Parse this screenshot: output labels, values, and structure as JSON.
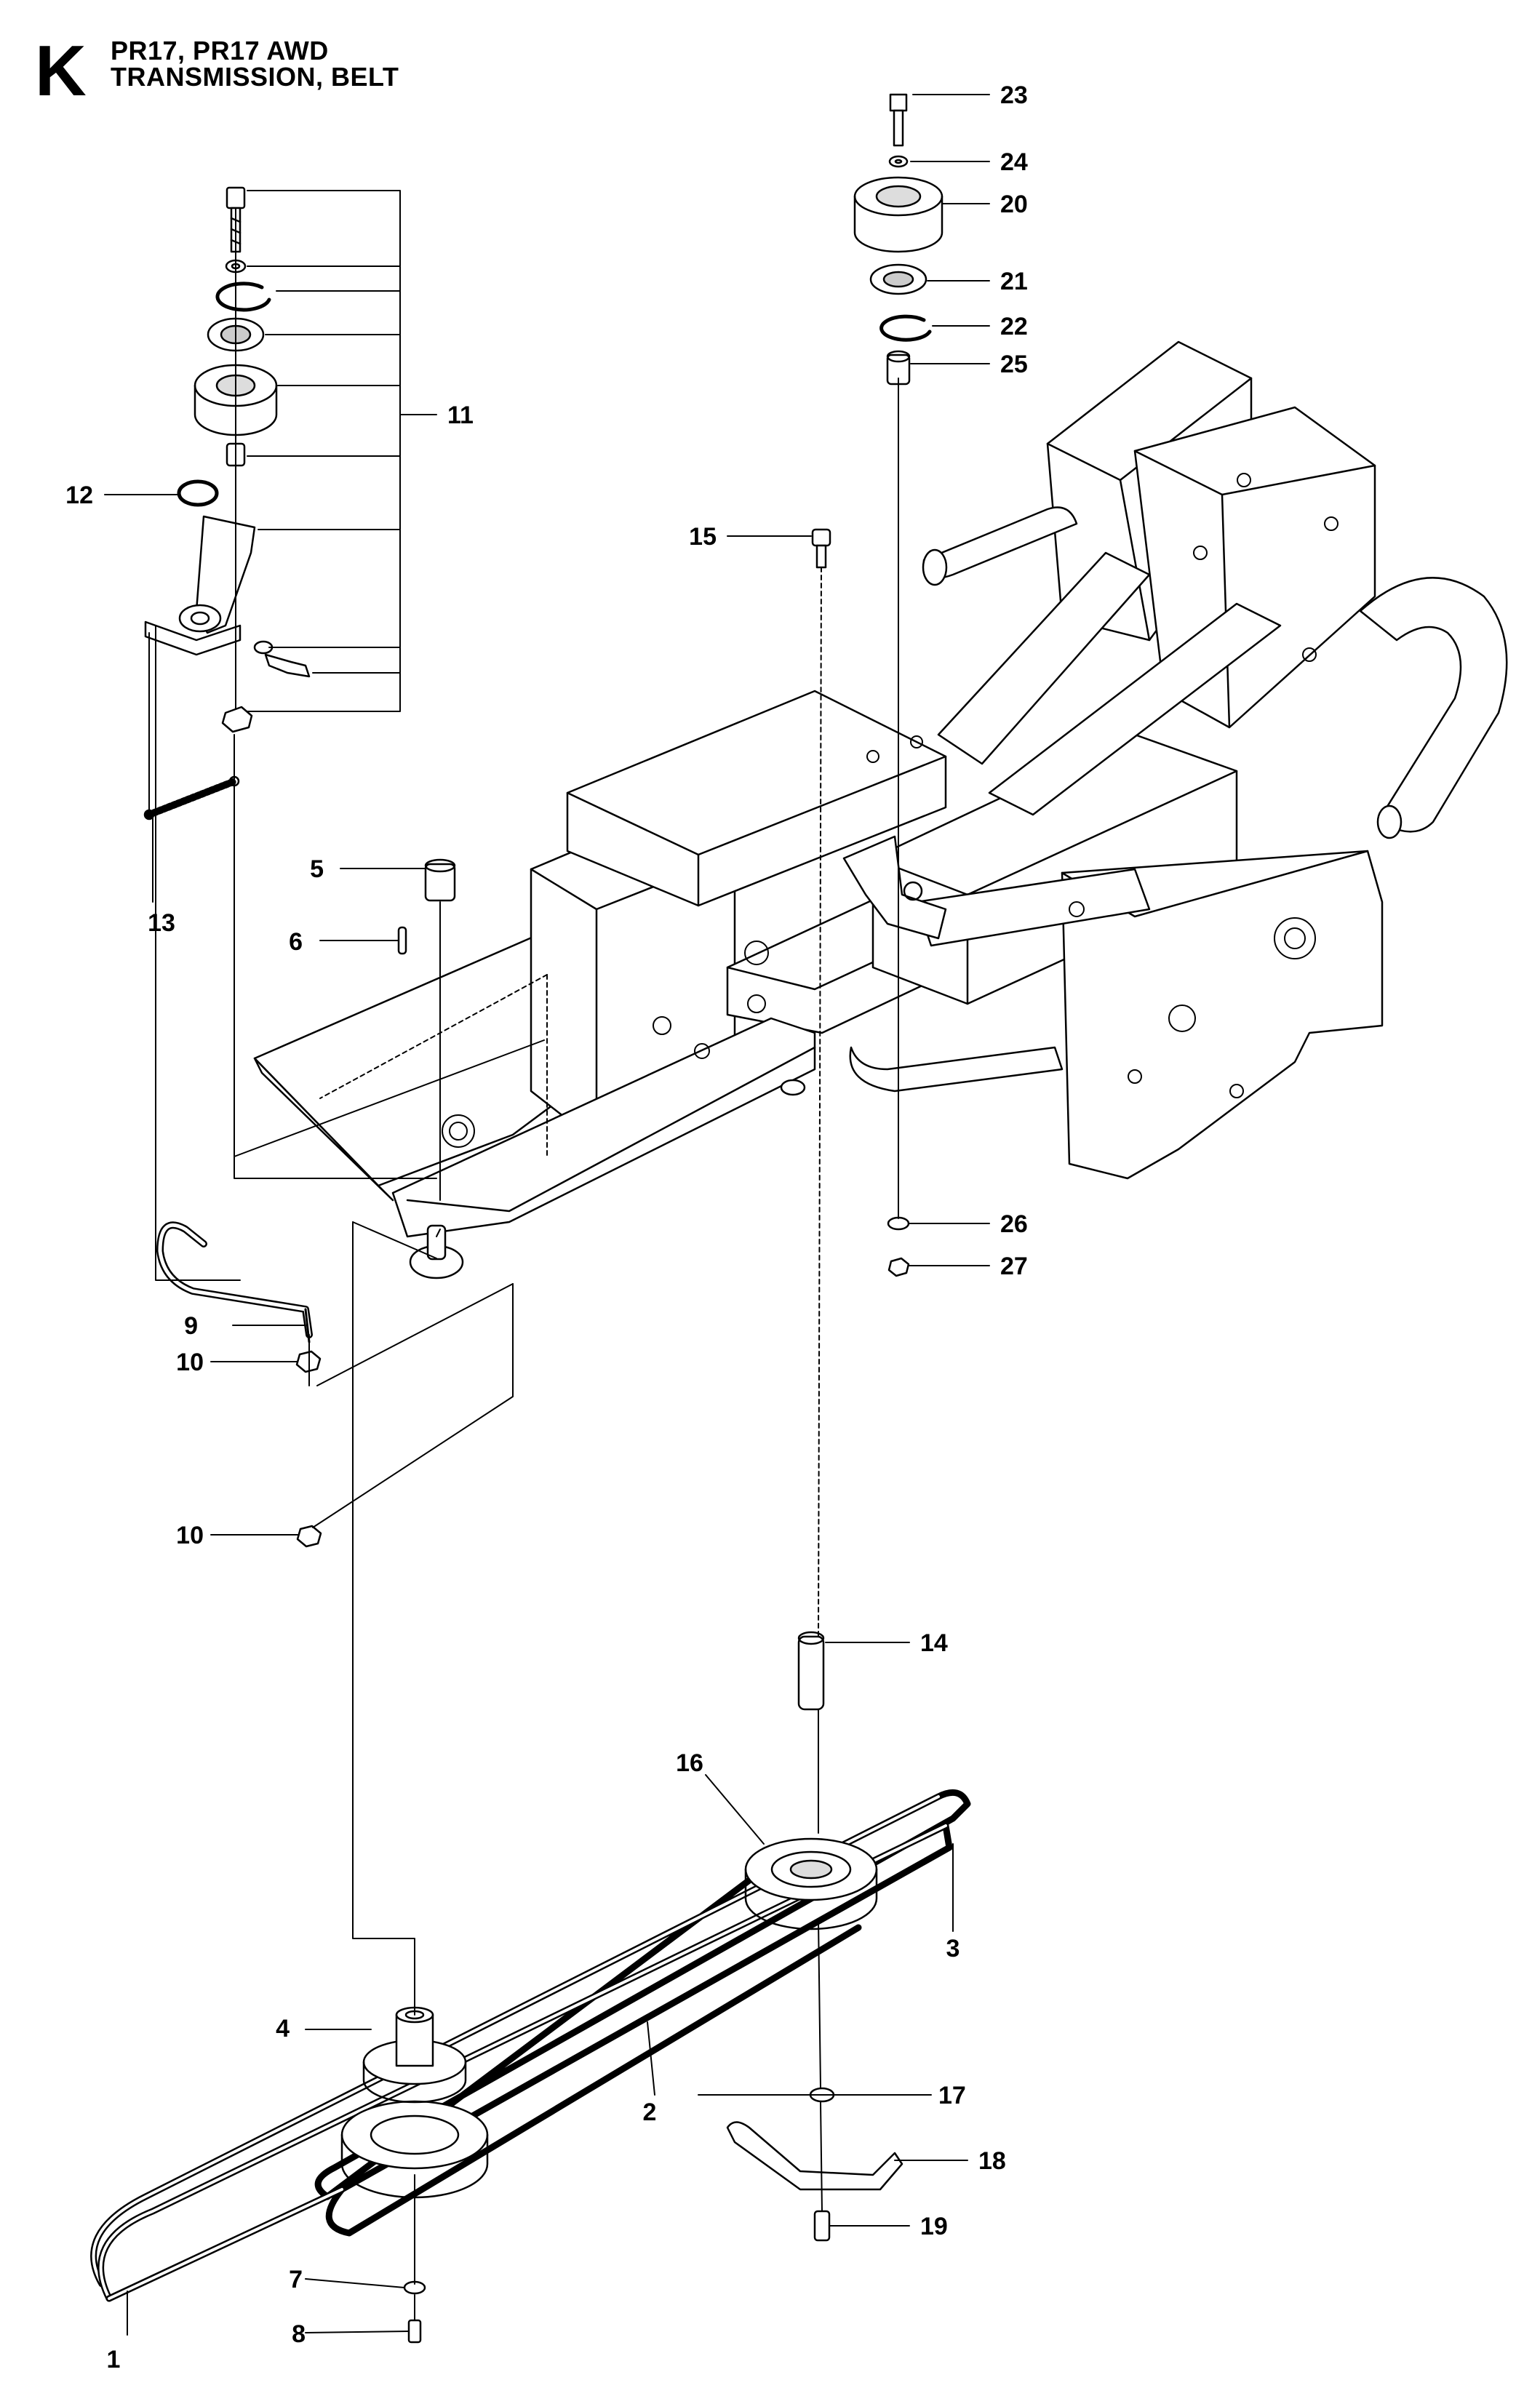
{
  "header": {
    "section_letter": "K",
    "model_line": "PR17, PR17 AWD",
    "group_line": "TRANSMISSION, BELT"
  },
  "callouts": [
    {
      "num": "1"
    },
    {
      "num": "2"
    },
    {
      "num": "3"
    },
    {
      "num": "4"
    },
    {
      "num": "5"
    },
    {
      "num": "6"
    },
    {
      "num": "7"
    },
    {
      "num": "8"
    },
    {
      "num": "9"
    },
    {
      "num": "10"
    },
    {
      "num": "10"
    },
    {
      "num": "11"
    },
    {
      "num": "12"
    },
    {
      "num": "13"
    },
    {
      "num": "14"
    },
    {
      "num": "15"
    },
    {
      "num": "16"
    },
    {
      "num": "17"
    },
    {
      "num": "18"
    },
    {
      "num": "19"
    },
    {
      "num": "20"
    },
    {
      "num": "21"
    },
    {
      "num": "22"
    },
    {
      "num": "23"
    },
    {
      "num": "24"
    },
    {
      "num": "25"
    },
    {
      "num": "26"
    },
    {
      "num": "27"
    }
  ]
}
